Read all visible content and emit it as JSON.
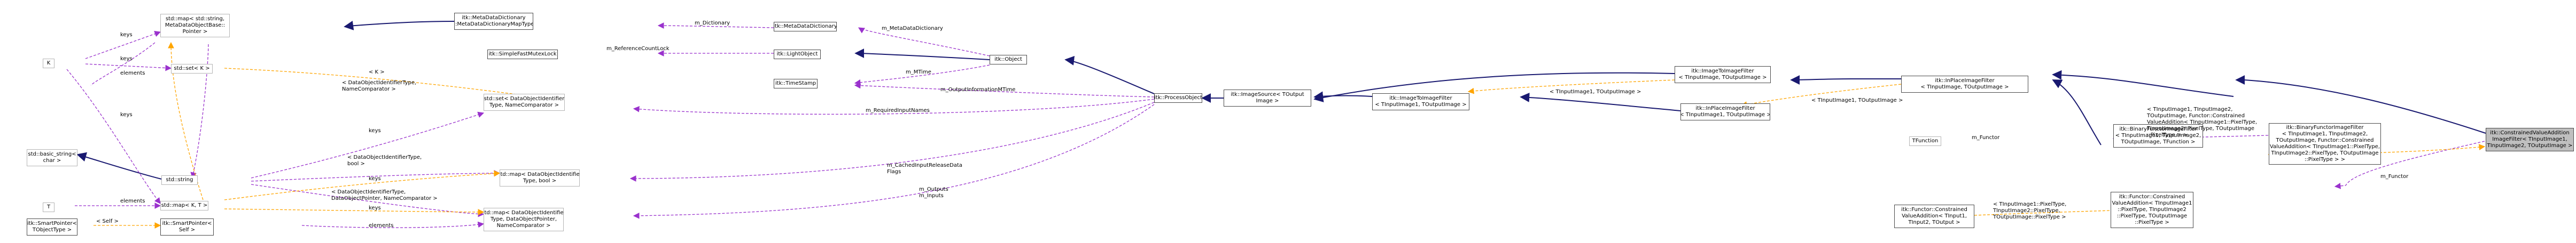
{
  "colors": {
    "inheritance": "#191970",
    "usage": "#9a32cd",
    "template": "#ffa500",
    "node_border": "#4a4a4a",
    "external_border": "#b5b5b5",
    "focus_fill": "#bfbfbf"
  },
  "nodes": {
    "constrained_value_addition": {
      "lines": [
        "itk::ConstrainedValueAddition",
        "ImageFilter< TInputImage1,",
        " TInputImage2, TOutputImage >"
      ]
    },
    "binary_functor_filter_constrained": {
      "lines": [
        "itk::BinaryFunctorImageFilter",
        "< TInputImage1, TInputImage2,",
        " TOutputImage, Functor::Constrained",
        "ValueAddition< TInputImage1::PixelType,",
        " TInputImage2::PixelType, TOutputImage",
        "::PixelType > >"
      ]
    },
    "binary_functor_filter": {
      "lines": [
        "itk::BinaryFunctorImageFilter",
        "< TInputImage1, TInputImage2,",
        " TOutputImage, TFunction >"
      ]
    },
    "functor_constrained_inst": {
      "lines": [
        "itk::Functor::Constrained",
        "ValueAddition< TInputImage1",
        "::PixelType, TInputImage2",
        "::PixelType, TOutputImage",
        "::PixelType >"
      ]
    },
    "functor_constrained_generic": {
      "lines": [
        "itk::Functor::Constrained",
        "ValueAddition< TInput1,",
        " TInput2, TOutput >"
      ]
    },
    "tfunction": {
      "lines": [
        "TFunction"
      ]
    },
    "inplace_filter_1": {
      "lines": [
        "itk::InPlaceImageFilter",
        "< TInputImage1, TOutputImage >"
      ]
    },
    "image_to_image_filter_1": {
      "lines": [
        "itk::ImageToImageFilter",
        "< TInputImage1, TOutputImage >"
      ]
    },
    "inplace_filter_generic": {
      "lines": [
        "itk::InPlaceImageFilter",
        "< TInputImage, TOutputImage >"
      ]
    },
    "image_to_image_filter_generic": {
      "lines": [
        "itk::ImageToImageFilter",
        "< TInputImage, TOutputImage >"
      ]
    },
    "image_source": {
      "lines": [
        "itk::ImageSource< TOutput",
        "Image >"
      ]
    },
    "process_object": {
      "lines": [
        "itk::ProcessObject"
      ]
    },
    "object": {
      "lines": [
        "itk::Object"
      ]
    },
    "meta_data_dictionary": {
      "lines": [
        "itk::MetaDataDictionary"
      ]
    },
    "meta_data_dictionary_map": {
      "lines": [
        "itk::MetaDataDictionary",
        "::MetaDataDictionaryMapType"
      ]
    },
    "light_object": {
      "lines": [
        "itk::LightObject"
      ]
    },
    "simple_fast_mutex_lock": {
      "lines": [
        "itk::SimpleFastMutexLock"
      ]
    },
    "time_stamp": {
      "lines": [
        "itk::TimeStamp"
      ]
    },
    "std_map_meta": {
      "lines": [
        "std::map< std::string,",
        " MetaDataObjectBase::",
        "Pointer >"
      ]
    },
    "std_set_k": {
      "lines": [
        "std::set< K >"
      ]
    },
    "k": {
      "lines": [
        "K"
      ]
    },
    "std_set_dataobject": {
      "lines": [
        "std::set< DataObjectIdentifier",
        "Type, NameComparator >"
      ]
    },
    "std_string": {
      "lines": [
        "std::string"
      ]
    },
    "std_basic_string": {
      "lines": [
        "std::basic_string<",
        " char >"
      ]
    },
    "t": {
      "lines": [
        "T"
      ]
    },
    "std_map_kt": {
      "lines": [
        "std::map< K, T >"
      ]
    },
    "std_map_dataobject_bool": {
      "lines": [
        "std::map< DataObjectIdentifier",
        "Type, bool >"
      ]
    },
    "std_map_dataobject_pointer": {
      "lines": [
        "std::map< DataObjectIdentifier",
        "Type, DataObjectPointer,",
        " NameComparator >"
      ]
    },
    "smart_pointer_self": {
      "lines": [
        "itk::SmartPointer<",
        " Self >"
      ]
    },
    "smart_pointer_tobject": {
      "lines": [
        "itk::SmartPointer<",
        " TObjectType >"
      ]
    }
  },
  "edge_labels": {
    "m_functor_1": {
      "lines": [
        "m_Functor"
      ]
    },
    "m_functor_2": {
      "lines": [
        "m_Functor"
      ]
    },
    "tpl_binary_functor": {
      "lines": [
        "< TInputImage1, TInputImage2,",
        " TOutputImage, Functor::Constrained",
        "ValueAddition< TInputImage1::PixelType,",
        " TInputImage2::PixelType, TOutputImage",
        "::PixelType > >"
      ]
    },
    "tpl_functor": {
      "lines": [
        "< TInputImage1::PixelType,",
        " TInputImage2::PixelType,",
        " TOutputImage::PixelType >"
      ]
    },
    "tpl_inplace": {
      "lines": [
        "< TInputImage1, TOutputImage >"
      ]
    },
    "tpl_image_to_image": {
      "lines": [
        "< TInputImage1, TOutputImage >"
      ]
    },
    "m_metadatadictionary": {
      "lines": [
        "m_MetaDataDictionary"
      ]
    },
    "m_dictionary": {
      "lines": [
        "m_Dictionary"
      ]
    },
    "m_referencecountlock": {
      "lines": [
        "m_ReferenceCountLock"
      ]
    },
    "m_mtime": {
      "lines": [
        "m_MTime"
      ]
    },
    "m_outputinformationmtime": {
      "lines": [
        "m_OutputInformationMTime"
      ]
    },
    "m_requiredinputnames": {
      "lines": [
        "m_RequiredInputNames"
      ]
    },
    "m_cachedinputreleasedataflags": {
      "lines": [
        "m_CachedInputReleaseData",
        "Flags"
      ]
    },
    "m_outputs_inputs": {
      "lines": [
        "m_Outputs",
        "m_Inputs"
      ]
    },
    "keys_1": {
      "lines": [
        "keys"
      ]
    },
    "keys_2": {
      "lines": [
        "keys"
      ]
    },
    "keys_3": {
      "lines": [
        "keys"
      ]
    },
    "keys_4": {
      "lines": [
        "keys"
      ]
    },
    "keys_5": {
      "lines": [
        "keys"
      ]
    },
    "keys_6": {
      "lines": [
        "keys"
      ]
    },
    "elements_1": {
      "lines": [
        "elements"
      ]
    },
    "elements_2": {
      "lines": [
        "elements"
      ]
    },
    "elements_3": {
      "lines": [
        "elements"
      ]
    },
    "tpl_k": {
      "lines": [
        "< K >"
      ]
    },
    "tpl_dataobject_namecomparator": {
      "lines": [
        "< DataObjectIdentifierType,",
        " NameComparator >"
      ]
    },
    "tpl_dataobject_bool": {
      "lines": [
        "< DataObjectIdentifierType,",
        " bool >"
      ]
    },
    "tpl_dataobject_pointer": {
      "lines": [
        "< DataObjectIdentifierType,",
        " DataObjectPointer, NameComparator >"
      ]
    },
    "tpl_self": {
      "lines": [
        "< Self >"
      ]
    }
  }
}
